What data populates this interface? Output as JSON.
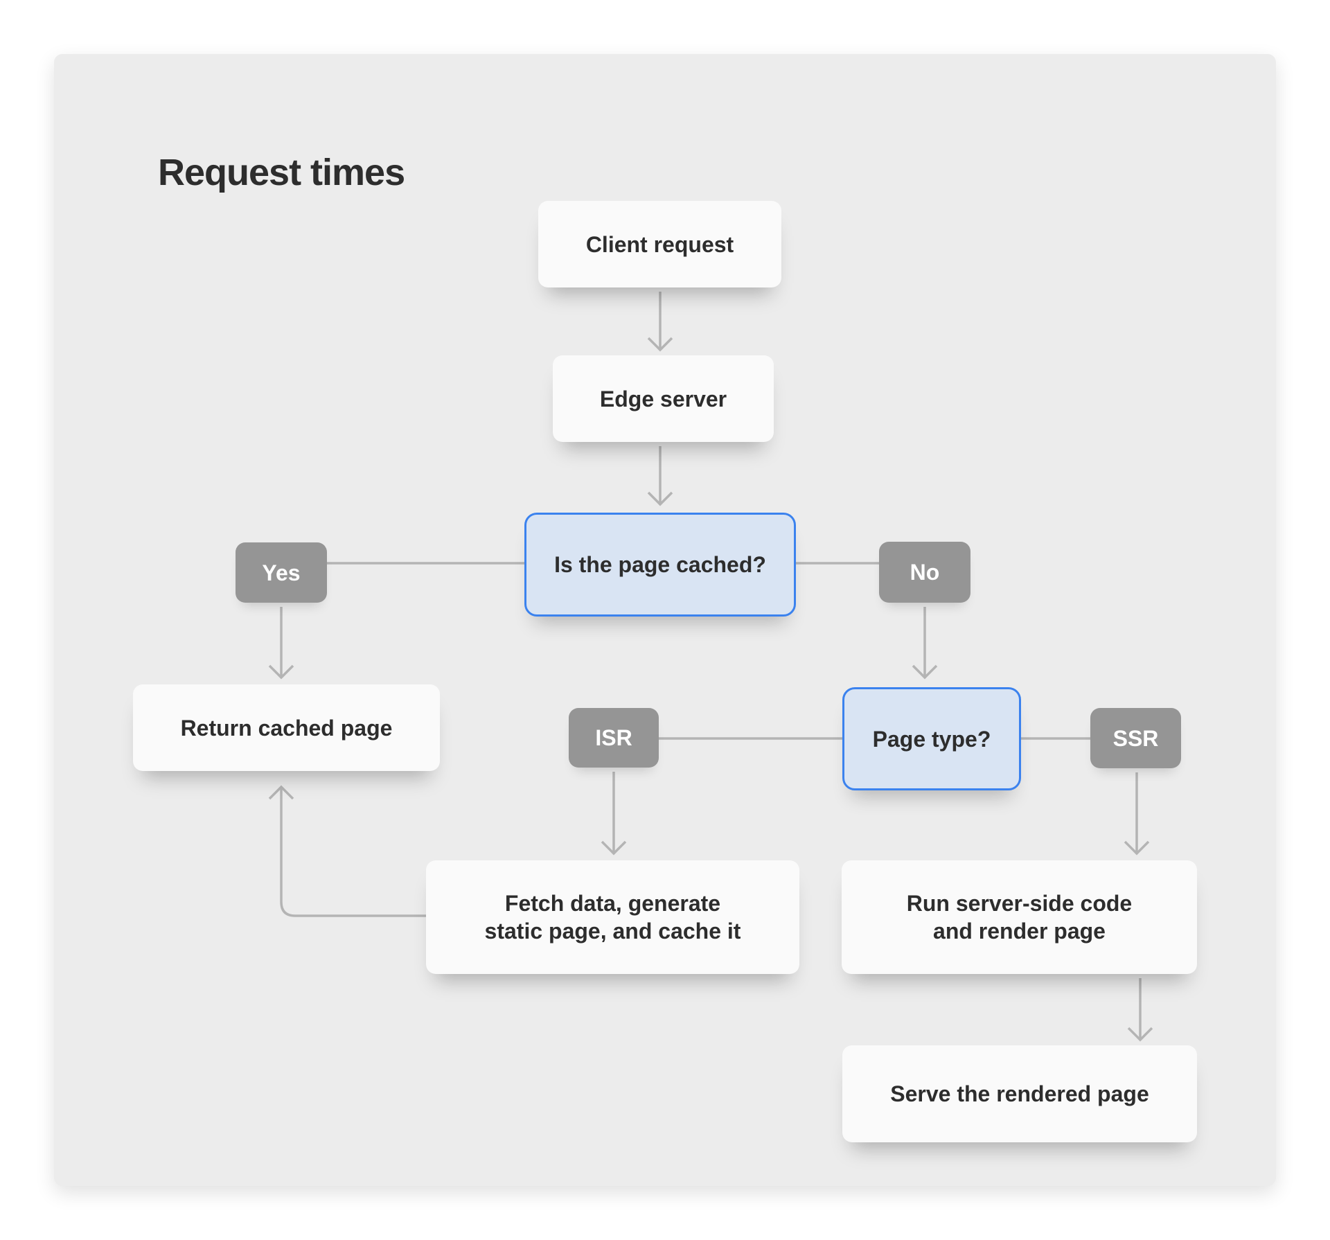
{
  "page": {
    "title": "Request times"
  },
  "diagram": {
    "nodes": {
      "client_request": {
        "label": "Client request"
      },
      "edge_server": {
        "label": "Edge server"
      },
      "is_cached": {
        "label": "Is the page cached?"
      },
      "yes": {
        "label": "Yes"
      },
      "no": {
        "label": "No"
      },
      "return_cached": {
        "label": "Return cached page"
      },
      "isr": {
        "label": "ISR"
      },
      "page_type": {
        "label": "Page type?"
      },
      "ssr": {
        "label": "SSR"
      },
      "fetch_generate": {
        "lines": [
          "Fetch data, generate",
          "static page, and cache it"
        ]
      },
      "run_server_code": {
        "lines": [
          "Run server-side code",
          "and render page"
        ]
      },
      "serve_rendered": {
        "label": "Serve the rendered page"
      }
    },
    "edges": [
      "Client request -> Edge server",
      "Edge server -> Is the page cached?",
      "Is the page cached? -- Yes",
      "Is the page cached? -- No",
      "Yes -> Return cached page",
      "No -> Page type?",
      "Page type? -- ISR",
      "Page type? -- SSR",
      "ISR -> Fetch data, generate static page, and cache it",
      "SSR -> Run server-side code and render page",
      "Fetch data, generate static page, and cache it -> Return cached page",
      "Run server-side code and render page -> Serve the rendered page"
    ]
  },
  "colors": {
    "card_bg": "#ececec",
    "node_bg": "#fafafa",
    "decision_bg": "#d9e4f3",
    "decision_border": "#3b82ee",
    "badge_bg": "#959595",
    "badge_text": "#ffffff",
    "text": "#2d2d2d",
    "arrow": "#b4b4b4"
  }
}
